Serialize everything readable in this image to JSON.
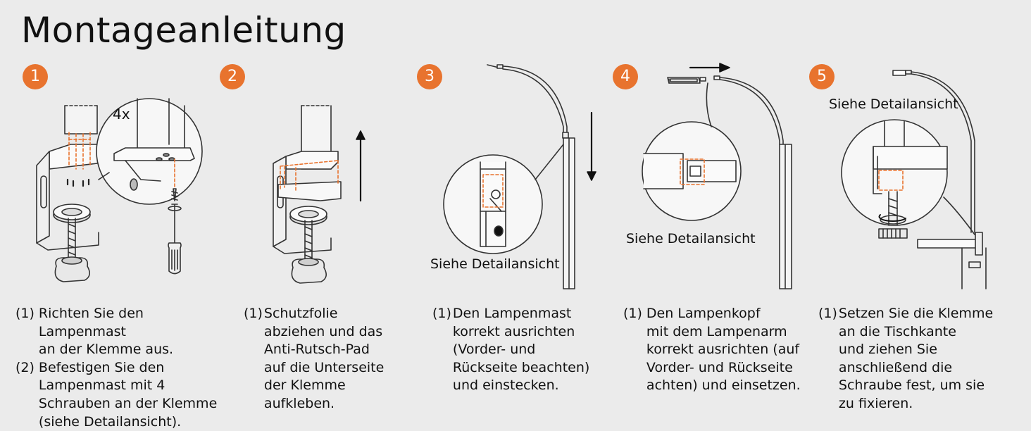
{
  "title": "Montageanleitung",
  "accent_color": "#e8732e",
  "steps": [
    {
      "number": "1",
      "multiplier_label": "4x",
      "instructions": [
        {
          "num": "(1)",
          "text": "Richten Sie den Lampenmast\nan der Klemme aus."
        },
        {
          "num": "(2)",
          "text": "Befestigen Sie den\nLampenmast mit 4\nSchrauben an der Klemme\n(siehe Detailansicht)."
        }
      ]
    },
    {
      "number": "2",
      "instructions": [
        {
          "num": "(1)",
          "text": "Schutzfolie\nabziehen und das\nAnti-Rutsch-Pad\nauf die Unterseite\nder Klemme\naufkleben."
        }
      ]
    },
    {
      "number": "3",
      "detail_label": "Siehe Detailansicht",
      "instructions": [
        {
          "num": "(1)",
          "text": "Den Lampenmast\nkorrekt ausrichten\n(Vorder- und\nRückseite beachten)\nund einstecken."
        }
      ]
    },
    {
      "number": "4",
      "detail_label": "Siehe Detailansicht",
      "instructions": [
        {
          "num": "(1)",
          "text": "Den Lampenkopf\nmit dem Lampenarm\nkorrekt ausrichten (auf\nVorder- und Rückseite\nachten) und einsetzen."
        }
      ]
    },
    {
      "number": "5",
      "detail_label": "Siehe Detailansicht",
      "instructions": [
        {
          "num": "(1)",
          "text": "Setzen Sie die Klemme\nan die Tischkante\nund ziehen Sie\nanschließend die\nSchraube fest, um sie\nzu fixieren."
        }
      ]
    }
  ]
}
